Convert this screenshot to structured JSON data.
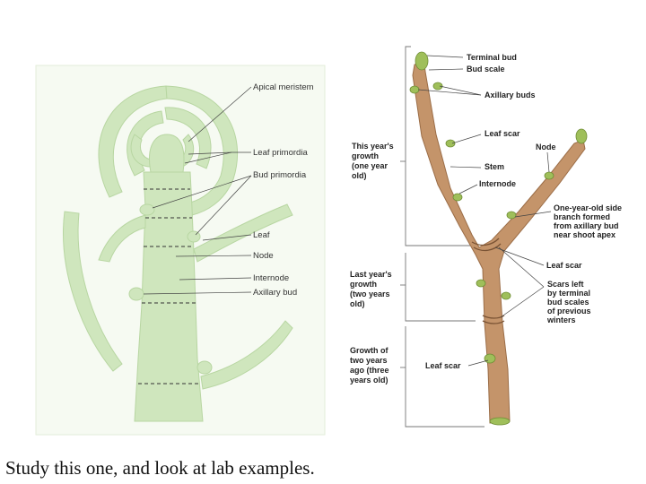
{
  "left_diagram": {
    "labels": {
      "apical_meristem": "Apical meristem",
      "leaf_primordia": "Leaf primordia",
      "bud_primordia": "Bud primordia",
      "leaf": "Leaf",
      "node": "Node",
      "internode": "Internode",
      "axillary_bud": "Axillary bud"
    },
    "colors": {
      "tissue": "#cfe6bd",
      "tissue_edge": "#b8d6a2"
    }
  },
  "right_diagram": {
    "labels": {
      "terminal_bud": "Terminal bud",
      "bud_scale": "Bud scale",
      "axillary_buds": "Axillary buds",
      "leaf_scar_top": "Leaf scar",
      "node": "Node",
      "stem": "Stem",
      "internode": "Internode",
      "side_branch_1": "One-year-old side",
      "side_branch_2": "branch formed",
      "side_branch_3": "from axillary bud",
      "side_branch_4": "near shoot apex",
      "leaf_scar_mid": "Leaf scar",
      "scars_1": "Scars left",
      "scars_2": "by terminal",
      "scars_3": "bud scales",
      "scars_4": "of previous",
      "scars_5": "winters",
      "leaf_scar_low": "Leaf scar"
    },
    "growth": {
      "this_year_1": "This year's",
      "this_year_2": "growth",
      "this_year_3": "(one year",
      "this_year_4": "old)",
      "last_year_1": "Last year's",
      "last_year_2": "growth",
      "last_year_3": "(two years",
      "last_year_4": "old)",
      "two_years_1": "Growth of",
      "two_years_2": "two years",
      "two_years_3": "ago (three",
      "two_years_4": "years old)"
    },
    "colors": {
      "twig": "#c4946a",
      "twig_dark": "#9b6d47",
      "bud": "#9fbf5a"
    }
  },
  "caption": "Study this one, and look at lab examples."
}
